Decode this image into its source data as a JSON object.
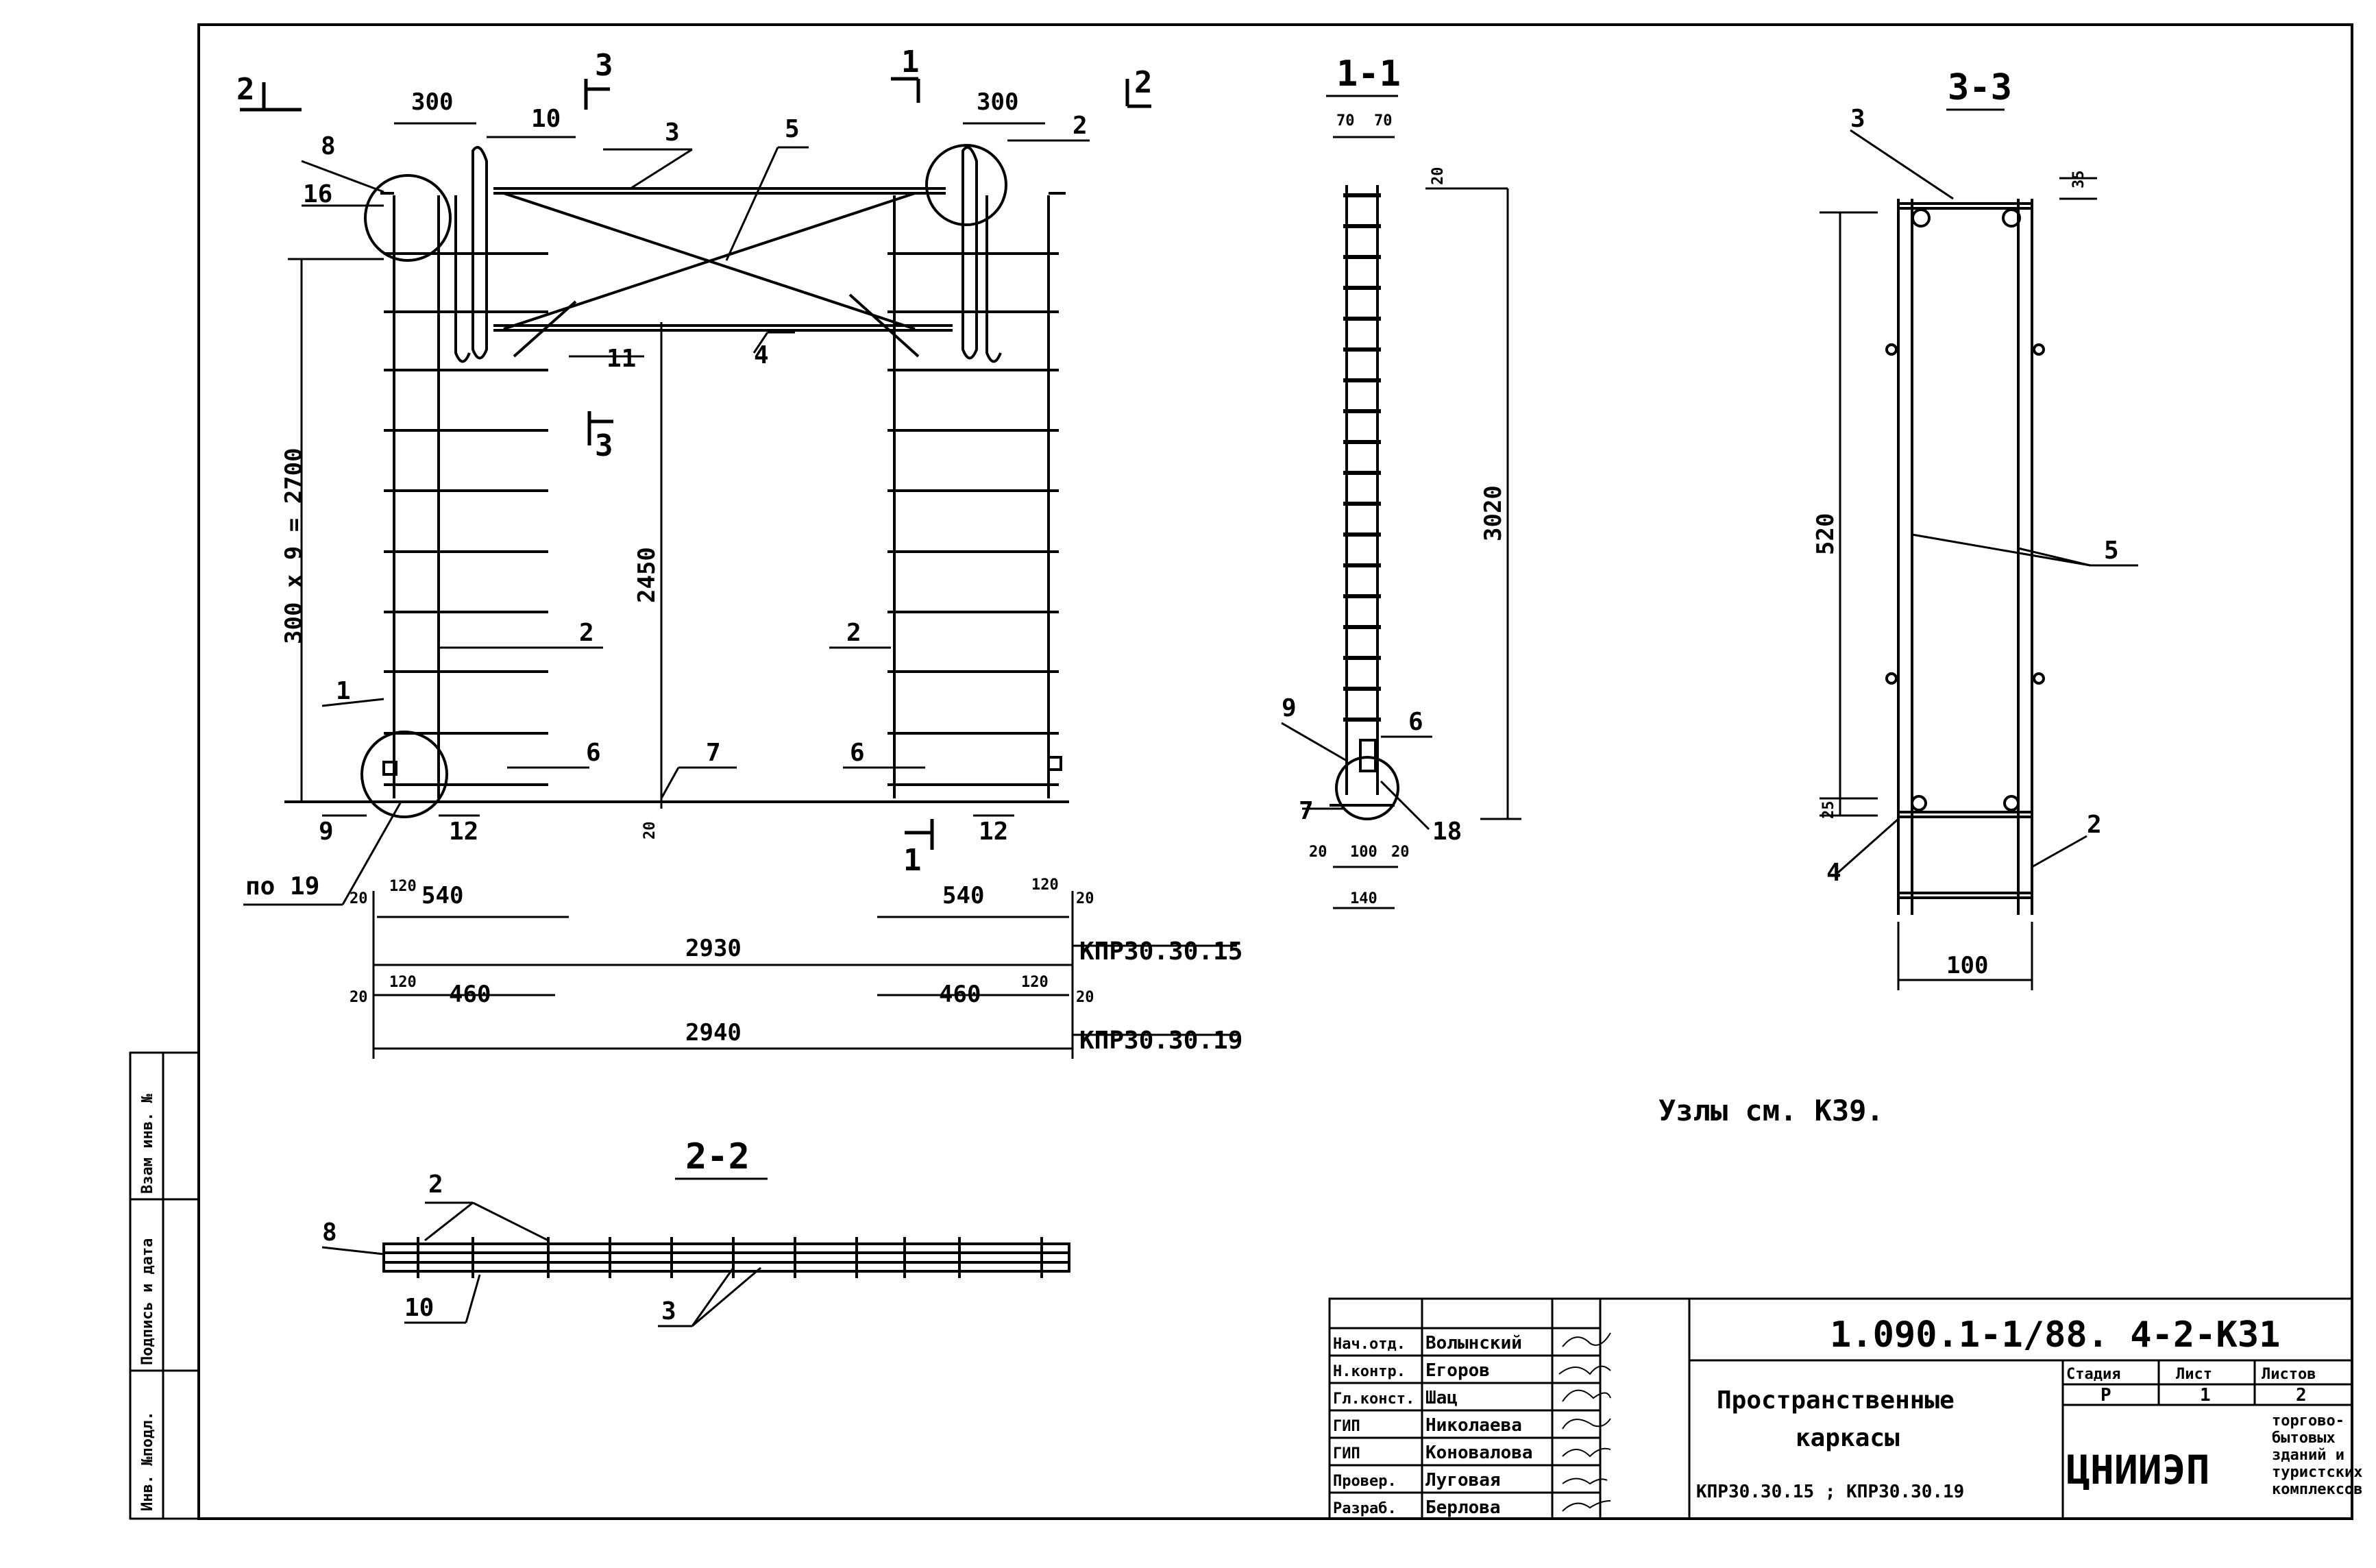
{
  "drawing": {
    "front_view": {
      "section_marks": [
        "2",
        "3",
        "1",
        "2",
        "3",
        "1"
      ],
      "dimensions": {
        "top_left": "300",
        "top_right": "300",
        "vertical_spacing": "300 x 9 = 2700",
        "opening_height": "2450",
        "bottom_offset": "20",
        "bottom_row_a": [
          "20",
          "120",
          "540",
          "540",
          "120",
          "20"
        ],
        "overall_a": "2930",
        "bottom_row_b": [
          "20",
          "120",
          "460",
          "460",
          "120",
          "20"
        ],
        "overall_b": "2940"
      },
      "mark_a": "КПР30.30.15",
      "mark_b": "КПР30.30.19",
      "callouts": [
        "1",
        "2",
        "2",
        "3",
        "4",
        "5",
        "6",
        "6",
        "7",
        "8",
        "9",
        "10",
        "11",
        "12",
        "12",
        "16"
      ],
      "callout_po": "по 19"
    },
    "section_1_1": {
      "title": "1-1",
      "dims": [
        "70",
        "70",
        "20",
        "3020",
        "20",
        "100",
        "20",
        "140"
      ],
      "callouts": [
        "9",
        "6",
        "7",
        "18"
      ]
    },
    "section_3_3": {
      "title": "3-3",
      "dims": [
        "35",
        "520",
        "25",
        "100"
      ],
      "callouts": [
        "3",
        "5",
        "4",
        "2"
      ]
    },
    "section_2_2": {
      "title": "2-2",
      "callouts": [
        "2",
        "8",
        "10",
        "3"
      ]
    },
    "note": "Узлы см. К39."
  },
  "side_stamp": [
    "Инв. №подл.",
    "Подпись и дата",
    "Взам инв. №"
  ],
  "title_block": {
    "doc_code": "1.090.1-1/88. 4-2-К31",
    "roles": [
      {
        "role": "Нач.отд.",
        "name": "Волынский"
      },
      {
        "role": "Н.контр.",
        "name": "Егоров"
      },
      {
        "role": "Гл.конст.",
        "name": "Шац"
      },
      {
        "role": "ГИП",
        "name": "Николаева"
      },
      {
        "role": "ГИП",
        "name": "Коновалова"
      },
      {
        "role": "Провер.",
        "name": "Луговая"
      },
      {
        "role": "Разраб.",
        "name": "Берлова"
      }
    ],
    "title_line1": "Пространственные",
    "title_line2": "каркасы",
    "title_line3": "КПР30.30.15 ; КПР30.30.19",
    "stage_header": "Стадия",
    "sheet_header": "Лист",
    "sheets_header": "Листов",
    "stage": "Р",
    "sheet": "1",
    "sheets": "2",
    "org": "ЦНИИЭП",
    "org_sub": [
      "торгово-",
      "бытовых",
      "зданий и",
      "туристских",
      "комплексов"
    ]
  }
}
